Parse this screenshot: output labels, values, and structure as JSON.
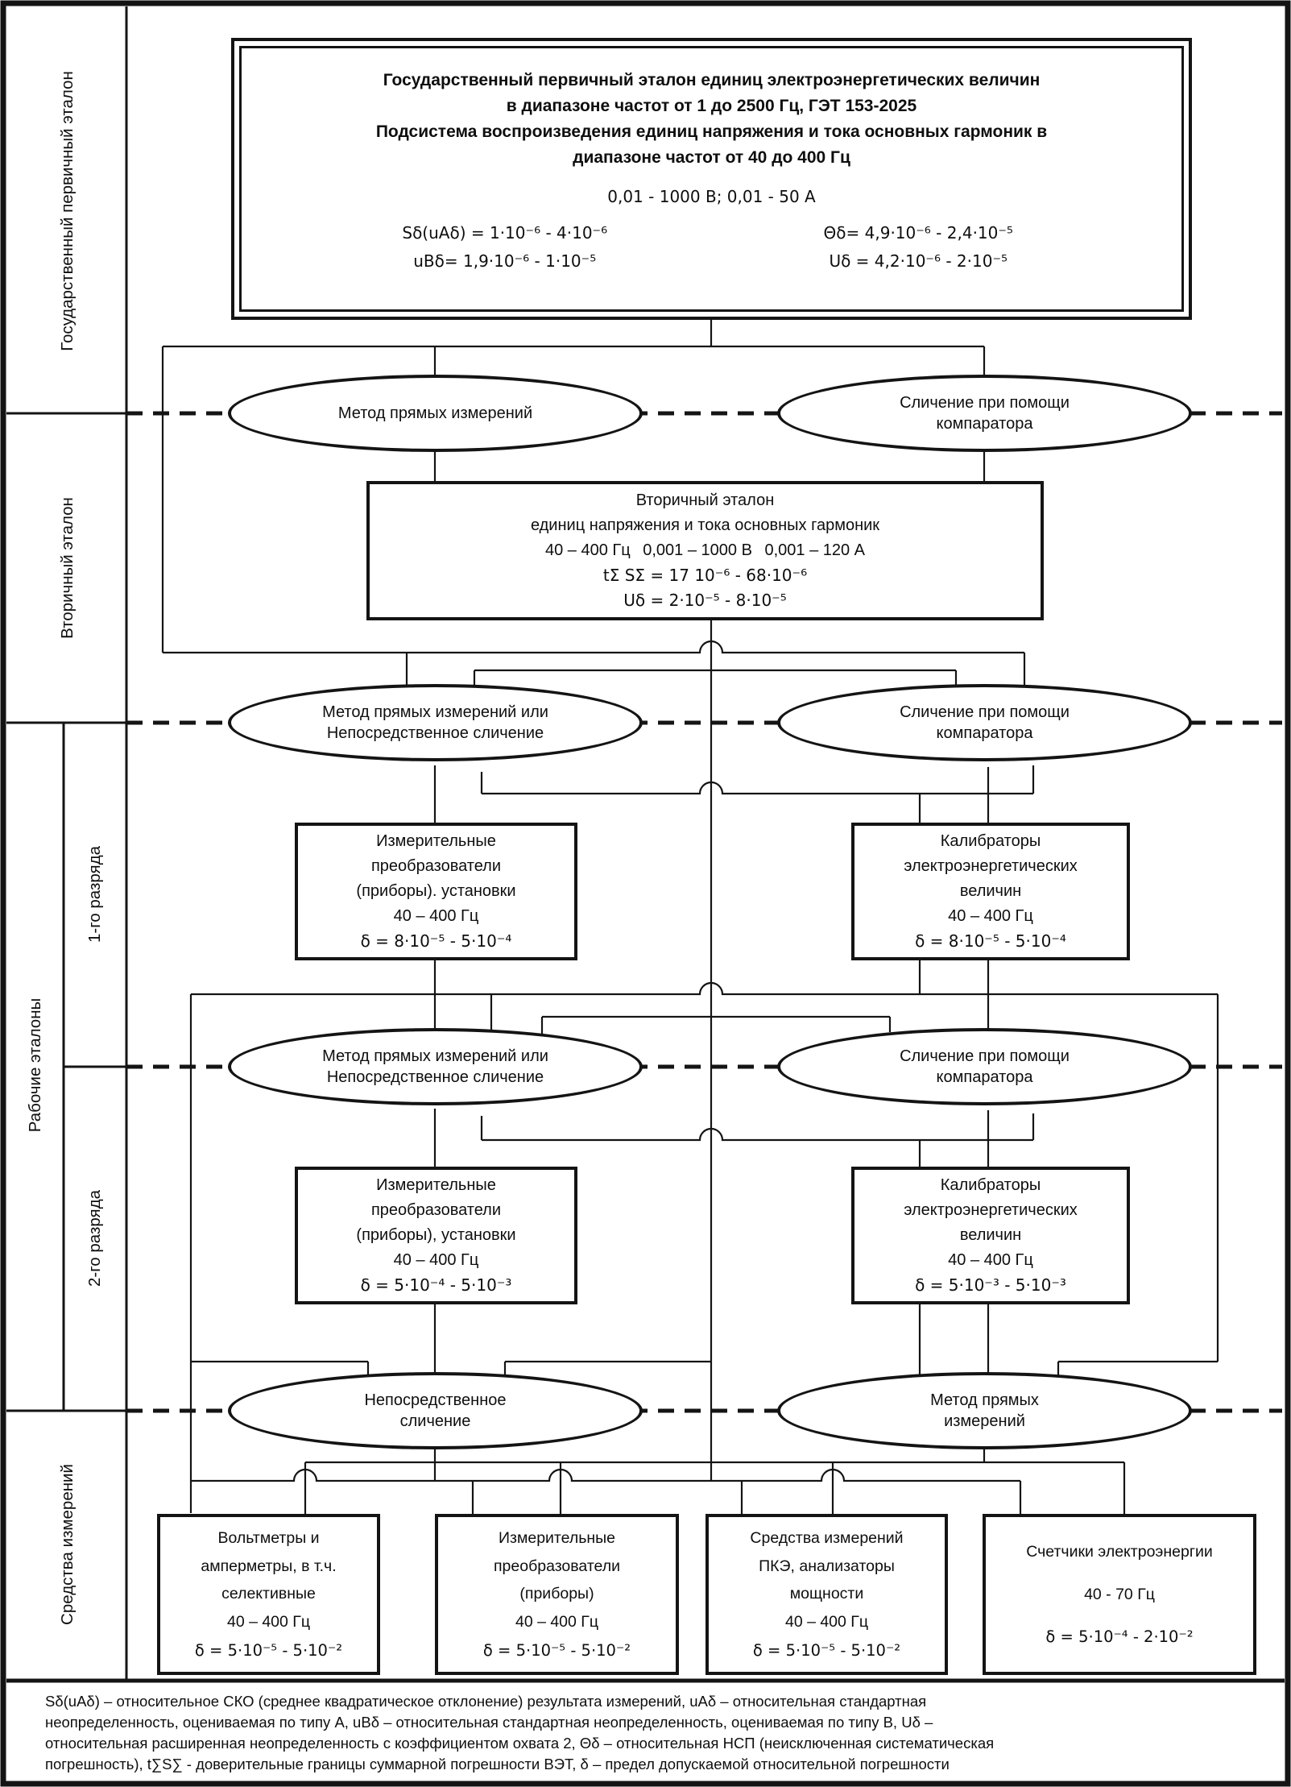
{
  "sidebar": {
    "primary": "Государственный первичный эталон",
    "secondary": "Вторичный эталон",
    "working": "Рабочие эталоны",
    "rank1": "1-го разряда",
    "rank2": "2-го разряда",
    "instruments": "Средства измерений"
  },
  "primary_standard": {
    "title1": "Государственный первичный эталон единиц электроэнергетических величин",
    "title2": "в диапазоне частот от 1 до 2500 Гц, ГЭТ 153-2025",
    "title3": "Подсистема воспроизведения единиц напряжения и тока основных гармоник в",
    "title4": "диапазоне частот от 40 до 400 Гц",
    "range": "0,01 - 1000 В; 0,01 - 50 А",
    "f1": "Sδ(uAδ) = 1·10⁻⁶ - 4·10⁻⁶",
    "f2": "uBδ= 1,9·10⁻⁶ - 1·10⁻⁵",
    "f3": "Θδ= 4,9·10⁻⁶ - 2,4·10⁻⁵",
    "f4": "Uδ = 4,2·10⁻⁶ - 2·10⁻⁵"
  },
  "secondary_standard": {
    "l1": "Вторичный эталон",
    "l2": "единиц напряжения и тока основных гармоник",
    "l3": "40 – 400 Гц  0,001 – 1000 В  0,001 – 120 А",
    "l4": "tΣ SΣ = 17 10⁻⁶ - 68·10⁻⁶",
    "l5": "Uδ = 2·10⁻⁵ - 8·10⁻⁵"
  },
  "methods": {
    "row1_left": "Метод прямых измерений",
    "row1_right_l1": "Сличение при помощи",
    "row1_right_l2": "компаратора",
    "row2_left_l1": "Метод прямых измерений или",
    "row2_left_l2": "Непосредственное сличение",
    "row2_right_l1": "Сличение при помощи",
    "row2_right_l2": "компаратора",
    "row3_left_l1": "Метод прямых измерений или",
    "row3_left_l2": "Непосредственное сличение",
    "row3_right_l1": "Сличение при помощи",
    "row3_right_l2": "компаратора",
    "row4_left_l1": "Непосредственное",
    "row4_left_l2": "сличение",
    "row4_right_l1": "Метод прямых",
    "row4_right_l2": "измерений"
  },
  "rank1_left": {
    "l1": "Измерительные",
    "l2": "преобразователи",
    "l3": "(приборы). установки",
    "l4": "40 –  400 Гц",
    "f": "δ = 8·10⁻⁵ - 5·10⁻⁴"
  },
  "rank1_right": {
    "l1": "Калибраторы",
    "l2": "электроэнергетических",
    "l3": "величин",
    "l4": "40 – 400 Гц",
    "f": "δ = 8·10⁻⁵ - 5·10⁻⁴"
  },
  "rank2_left": {
    "l1": "Измерительные",
    "l2": "преобразователи",
    "l3": "(приборы), установки",
    "l4": "40 – 400 Гц",
    "f": "δ = 5·10⁻⁴ - 5·10⁻³"
  },
  "rank2_right": {
    "l1": "Калибраторы",
    "l2": "электроэнергетических",
    "l3": "величин",
    "l4": "40 – 400 Гц",
    "f": "δ = 5·10⁻³ - 5·10⁻³"
  },
  "instruments": {
    "box1": {
      "l1": "Вольтметры и",
      "l2": "амперметры, в т.ч.",
      "l3": "селективные",
      "l4": "40 – 400 Гц",
      "f": "δ = 5·10⁻⁵ - 5·10⁻²"
    },
    "box2": {
      "l1": "Измерительные",
      "l2": "преобразователи",
      "l3": "(приборы)",
      "l4": "40 – 400 Гц",
      "f": "δ = 5·10⁻⁵ - 5·10⁻²"
    },
    "box3": {
      "l1": "Средства измерений",
      "l2": "ПКЭ, анализаторы",
      "l3": "мощности",
      "l4": "40 – 400 Гц",
      "f": "δ = 5·10⁻⁵ - 5·10⁻²"
    },
    "box4": {
      "l1": "Счетчики электроэнергии",
      "l2": "40 - 70 Гц",
      "f": "δ = 5·10⁻⁴ - 2·10⁻²"
    }
  },
  "footnote": {
    "line1": "Sδ(uAδ) – относительное СКО (среднее квадратическое отклонение) результата измерений, uAδ – относительная стандартная",
    "line2": "неопределенность, оцениваемая по типу А, uBδ – относительная стандартная неопределенность, оцениваемая по типу В, Uδ –",
    "line3": "относительная расширенная неопределенность с коэффициентом охвата 2, Θδ – относительная НСП (неисключенная систематическая",
    "line4": "погрешность), t∑S∑ - доверительные границы суммарной погрешности ВЭТ, δ – предел допускаемой относительной погрешности"
  }
}
